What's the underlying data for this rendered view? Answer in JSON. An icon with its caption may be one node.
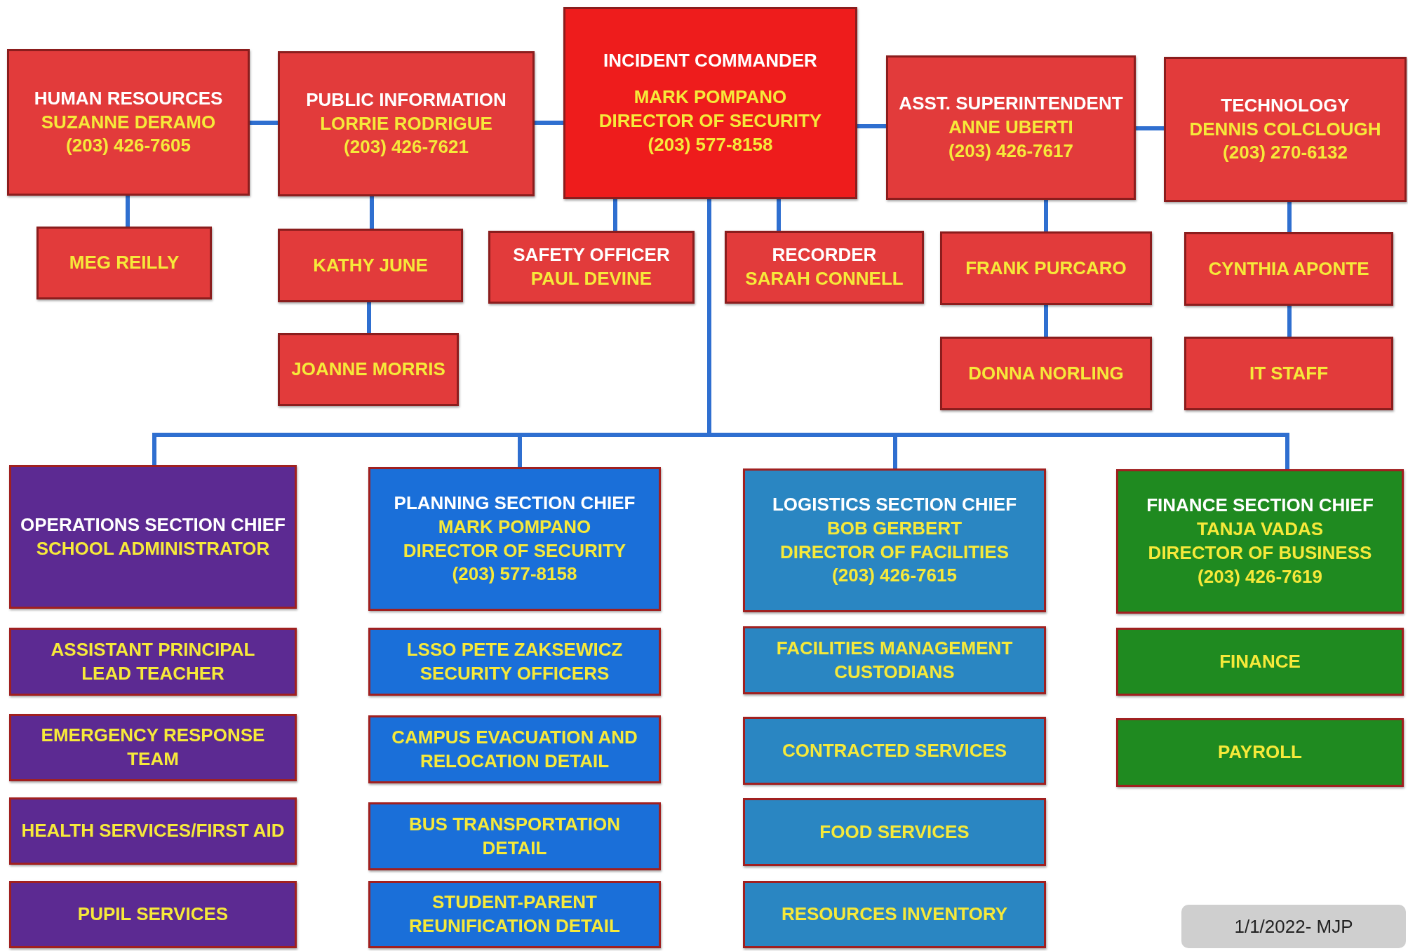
{
  "diagram": {
    "nodes": [
      {
        "text": [
          "INCIDENT COMMANDER",
          "MARK POMPANO",
          "DIRECTOR OF SECURITY",
          "(203) 577-8158"
        ]
      },
      {
        "text": [
          "HUMAN RESOURCES",
          "SUZANNE DERAMO",
          "(203) 426-7605"
        ]
      },
      {
        "text": [
          "PUBLIC INFORMATION",
          "LORRIE RODRIGUE",
          "(203) 426-7621"
        ]
      },
      {
        "text": [
          "ASST. SUPERINTENDENT",
          "ANNE UBERTI",
          "(203) 426-7617"
        ]
      },
      {
        "text": [
          "TECHNOLOGY",
          "DENNIS COLCLOUGH",
          "(203) 270-6132"
        ]
      },
      {
        "text": [
          "MEG REILLY"
        ]
      },
      {
        "text": [
          "KATHY JUNE"
        ]
      },
      {
        "text": [
          "JOANNE MORRIS"
        ]
      },
      {
        "text": [
          "SAFETY OFFICER",
          "PAUL DEVINE"
        ]
      },
      {
        "text": [
          "RECORDER",
          "SARAH CONNELL"
        ]
      },
      {
        "text": [
          "FRANK PURCARO"
        ]
      },
      {
        "text": [
          "DONNA NORLING"
        ]
      },
      {
        "text": [
          "CYNTHIA APONTE"
        ]
      },
      {
        "text": [
          "IT STAFF"
        ]
      },
      {
        "text": [
          "OPERATIONS SECTION CHIEF",
          "SCHOOL ADMINISTRATOR"
        ]
      },
      {
        "text": [
          "PLANNING SECTION CHIEF",
          "MARK POMPANO",
          "DIRECTOR OF SECURITY",
          "(203) 577-8158"
        ]
      },
      {
        "text": [
          "LOGISTICS SECTION CHIEF",
          "BOB GERBERT",
          "DIRECTOR OF FACILITIES",
          "(203) 426-7615"
        ]
      },
      {
        "text": [
          "FINANCE SECTION CHIEF",
          "TANJA VADAS",
          "DIRECTOR OF BUSINESS",
          "(203) 426-7619"
        ]
      },
      {
        "text": [
          "ASSISTANT PRINCIPAL",
          "LEAD TEACHER"
        ]
      },
      {
        "text": [
          "EMERGENCY RESPONSE TEAM"
        ]
      },
      {
        "text": [
          "HEALTH SERVICES/FIRST AID"
        ]
      },
      {
        "text": [
          "PUPIL SERVICES"
        ]
      },
      {
        "text": [
          "LSSO PETE ZAKSEWICZ",
          "SECURITY OFFICERS"
        ]
      },
      {
        "text": [
          "CAMPUS EVACUATION AND RELOCATION DETAIL"
        ]
      },
      {
        "text": [
          "BUS TRANSPORTATION DETAIL"
        ]
      },
      {
        "text": [
          "STUDENT-PARENT REUNIFICATION DETAIL"
        ]
      },
      {
        "text": [
          "FACILITIES MANAGEMENT",
          "CUSTODIANS"
        ]
      },
      {
        "text": [
          "CONTRACTED SERVICES"
        ]
      },
      {
        "text": [
          "FOOD SERVICES"
        ]
      },
      {
        "text": [
          "RESOURCES INVENTORY"
        ]
      },
      {
        "text": [
          "FINANCE"
        ]
      },
      {
        "text": [
          "PAYROLL"
        ]
      }
    ],
    "edges": [
      {
        "from": 1,
        "to": 2,
        "arrow": "none"
      },
      {
        "from": 2,
        "to": 0,
        "arrow": "none"
      },
      {
        "from": 0,
        "to": 3,
        "arrow": "none"
      },
      {
        "from": 3,
        "to": 4,
        "arrow": "none"
      },
      {
        "from": 1,
        "to": 5,
        "arrow": "none"
      },
      {
        "from": 2,
        "to": 6,
        "arrow": "none"
      },
      {
        "from": 6,
        "to": 7,
        "arrow": "none"
      },
      {
        "from": 0,
        "to": 8,
        "arrow": "none"
      },
      {
        "from": 0,
        "to": 9,
        "arrow": "none"
      },
      {
        "from": 3,
        "to": 10,
        "arrow": "none"
      },
      {
        "from": 10,
        "to": 11,
        "arrow": "none"
      },
      {
        "from": 4,
        "to": 12,
        "arrow": "none"
      },
      {
        "from": 12,
        "to": 13,
        "arrow": "none"
      },
      {
        "from": 0,
        "to": 14,
        "arrow": "none"
      },
      {
        "from": 0,
        "to": 15,
        "arrow": "none"
      },
      {
        "from": 0,
        "to": 16,
        "arrow": "none"
      },
      {
        "from": 0,
        "to": 17,
        "arrow": "none"
      }
    ],
    "labels": [
      "1/1/2022- MJP"
    ]
  }
}
